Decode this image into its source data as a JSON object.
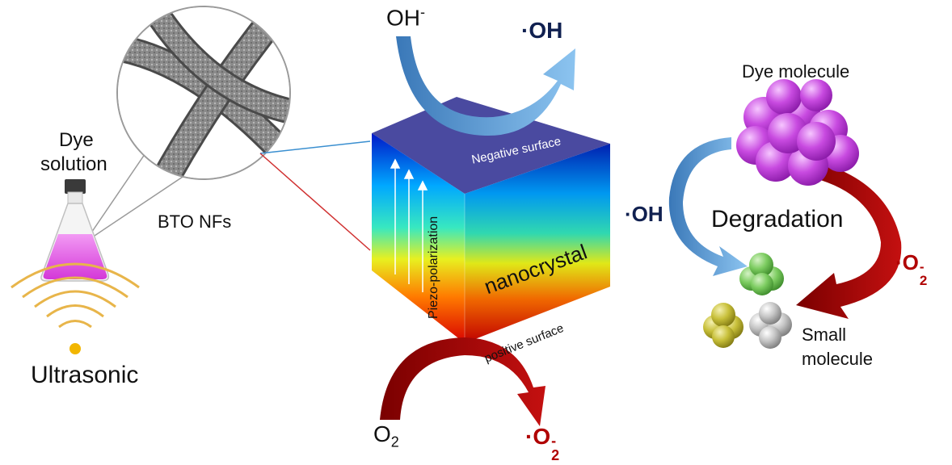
{
  "labels": {
    "dye": "Dye",
    "solution": "solution",
    "bto_nfs": "BTO NFs",
    "ultrasonic": "Ultrasonic",
    "oh_minus_base": "OH",
    "oh_minus_sup": "-",
    "oh_radical_top": "·OH",
    "negative_surface": "Negative surface",
    "piezo_polarization": "Piezo-polarization",
    "nanocrystal": "nanocrystal",
    "positive_surface": "positive surface",
    "o2_base": "O",
    "o2_sub": "2",
    "superoxide_bottom_base": "·O",
    "superoxide_bottom_sup": "-",
    "superoxide_bottom_sub": "2",
    "dye_molecule": "Dye molecule",
    "oh_radical_right": "·OH",
    "degradation": "Degradation",
    "superoxide_right_base": "·O",
    "superoxide_right_sup": "-",
    "superoxide_right_sub": "2",
    "small": "Small",
    "molecule": "molecule"
  },
  "colors": {
    "blue_arrow": "#4f8fcf",
    "red_arrow": "#9e0b0b",
    "cube_top": "#4a4aa0",
    "flask_liquid": "#e066e6",
    "dye_ball": "#c040d8",
    "green_ball": "#6cbf5a",
    "yellow_ball": "#c9c23a",
    "gray_ball": "#b8b8b8",
    "wave": "#e8b54a",
    "dark_navy": "#102050",
    "dark_red": "#b00000"
  },
  "icons": [
    "flask-icon",
    "sound-wave-icon",
    "nanofiber-magnifier-icon",
    "cube-icon",
    "dye-molecule-icon",
    "small-molecule-icon"
  ]
}
